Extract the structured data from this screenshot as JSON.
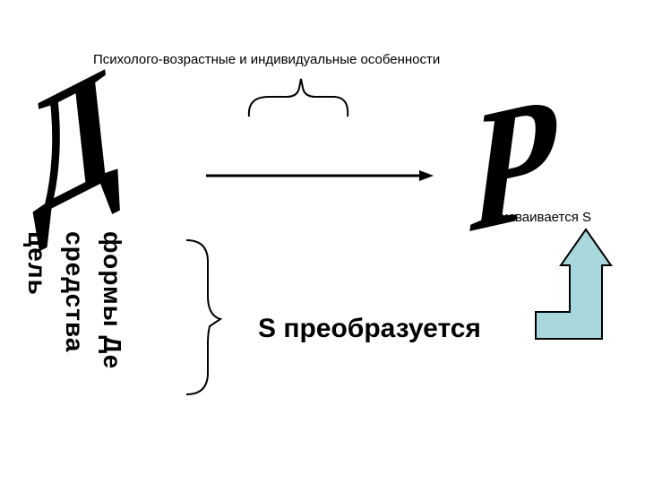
{
  "caption_top": "Психолого-возрастные и индивидуальные особенности",
  "letter_left": "Д",
  "letter_right": "Р",
  "rotated_lines": [
    "формы Де",
    "средства",
    "цель"
  ],
  "assigned_label": "Присваивается S",
  "transform_label": "S преобразуется",
  "colors": {
    "arrow_fill": "#a8d8dc",
    "stroke": "#000000"
  }
}
